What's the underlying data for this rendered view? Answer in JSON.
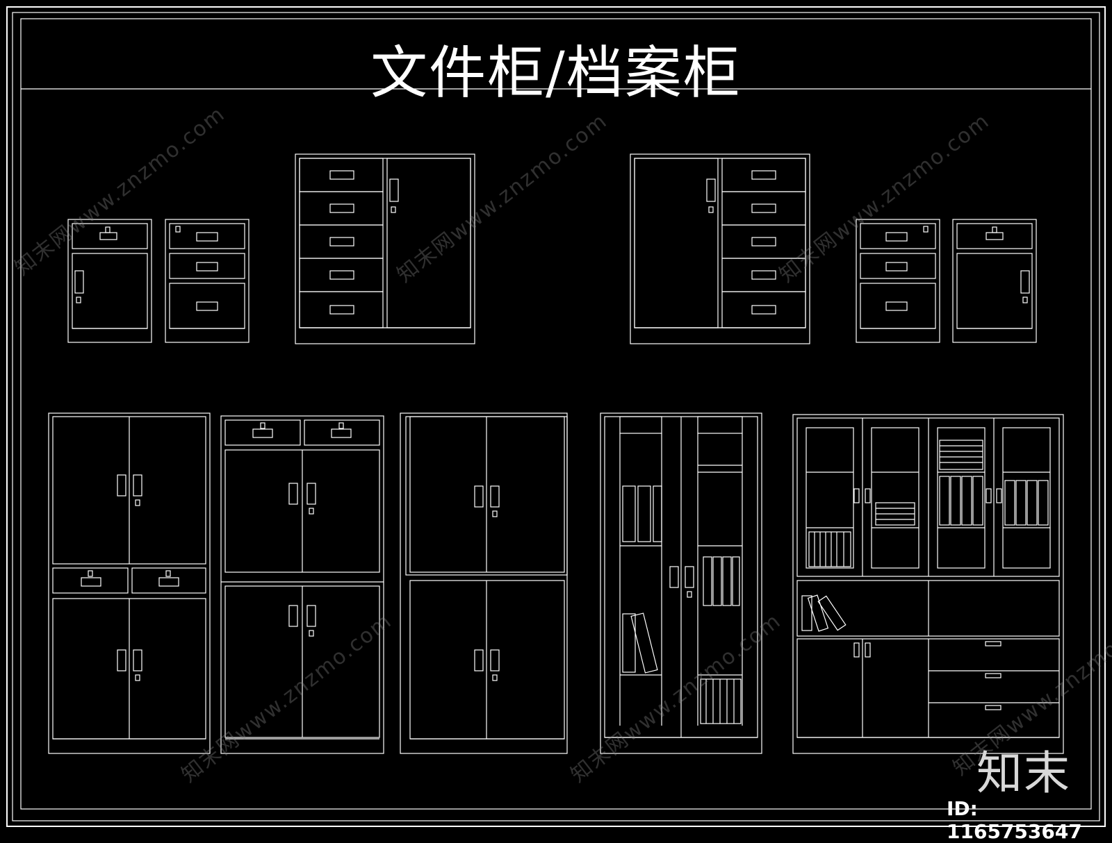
{
  "title": "文件柜/档案柜",
  "logo": {
    "text": "知末"
  },
  "image_id": "ID: 1165753647",
  "watermark": {
    "text": "知末网www.znzmo.com"
  },
  "colors": {
    "background": "#000000",
    "line": "#ffffff"
  },
  "cabinets": [
    {
      "name": "drawer-door-cabinet-small-left",
      "drawers": 1,
      "door": "single-left-handle"
    },
    {
      "name": "three-drawer-cabinet-left",
      "drawers": 3
    },
    {
      "name": "five-drawer-door-cabinet-left",
      "drawers": 5,
      "door_side": "right"
    },
    {
      "name": "five-drawer-door-cabinet-right",
      "drawers": 5,
      "door_side": "left"
    },
    {
      "name": "three-drawer-cabinet-right",
      "drawers": 3
    },
    {
      "name": "drawer-door-cabinet-small-right",
      "drawers": 1,
      "door": "single-right-handle"
    },
    {
      "name": "double-door-cabinet-mid-drawers"
    },
    {
      "name": "double-door-cabinet-top-drawers"
    },
    {
      "name": "double-door-cabinet-plain"
    },
    {
      "name": "open-shelf-cabinet-with-files"
    },
    {
      "name": "glass-door-file-cabinet-wide"
    }
  ]
}
